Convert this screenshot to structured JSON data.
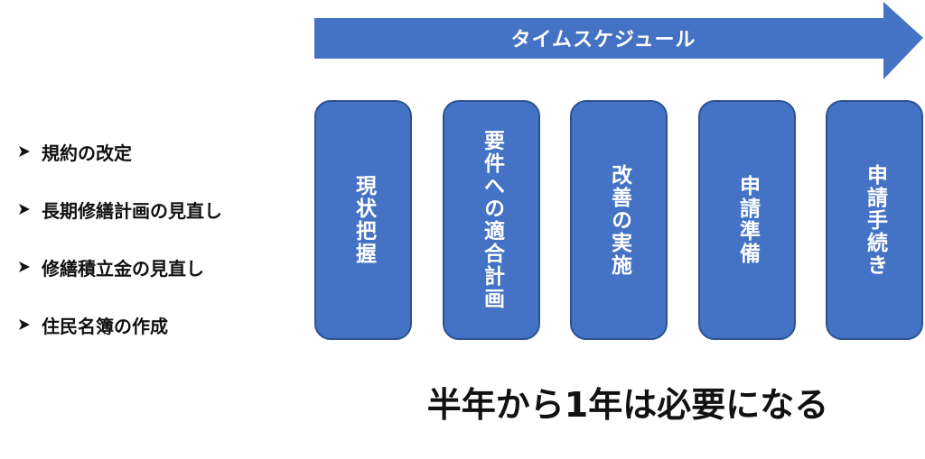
{
  "timeline": {
    "label": "タイムスケジュール",
    "color": "#4472c4"
  },
  "items": [
    {
      "label": "規約の改定"
    },
    {
      "label": "長期修繕計画の見直し"
    },
    {
      "label": "修繕積立金の見直し"
    },
    {
      "label": "住民名簿の作成"
    }
  ],
  "steps": [
    {
      "label": "現状把握"
    },
    {
      "label": "要件への適合計画"
    },
    {
      "label": "改善の実施"
    },
    {
      "label": "申請準備"
    },
    {
      "label": "申請手続き"
    }
  ],
  "footer": {
    "text": "半年から1年は必要になる"
  },
  "colors": {
    "box_fill": "#4472c4",
    "box_border": "#2f528f",
    "text": "#111111"
  }
}
